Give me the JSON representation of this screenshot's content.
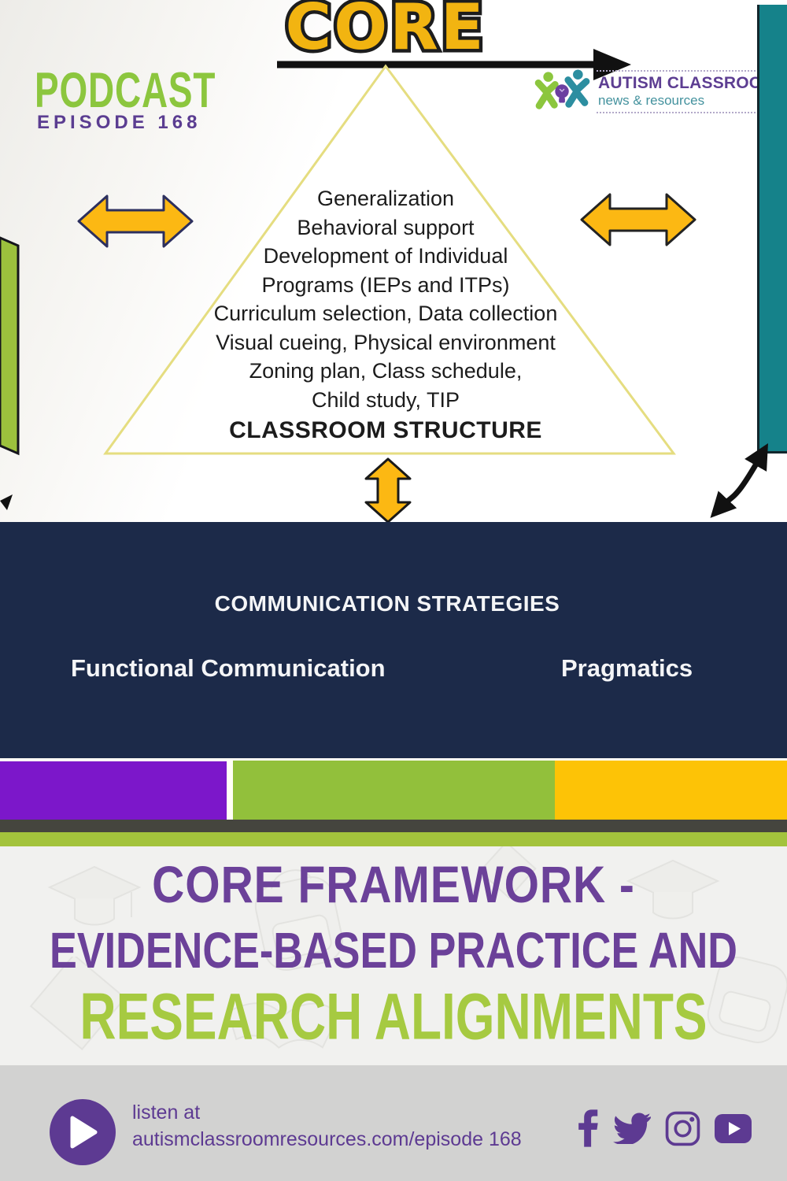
{
  "header": {
    "podcast_label": "PODCAST",
    "episode_label": "EPISODE 168",
    "core_title": "CORE",
    "logo": {
      "name_line": "AUTISM CLASSROOM",
      "tagline": "news & resources"
    }
  },
  "pyramid": {
    "lines": [
      "Generalization",
      "Behavioral support",
      "Development of Individual",
      "Programs (IEPs and ITPs)",
      "Curriculum selection, Data collection",
      "Visual cueing, Physical environment",
      "Zoning plan, Class schedule,",
      "Child study, TIP"
    ],
    "base_label": "CLASSROOM STRUCTURE"
  },
  "communication": {
    "heading": "COMMUNICATION STRATEGIES",
    "left_item": "Functional Communication",
    "right_item": "Pragmatics"
  },
  "headline": {
    "line1": "CORE FRAMEWORK -",
    "line2": "EVIDENCE-BASED PRACTICE AND",
    "line3": "RESEARCH ALIGNMENTS"
  },
  "footer": {
    "listen_label": "listen at",
    "url": "autismclassroomresources.com/episode 168"
  },
  "icons": {
    "top": [
      "right-arrow-icon",
      "double-arrow-left-icon",
      "double-arrow-right-icon",
      "double-arrow-vertical-icon",
      "squiggle-double-arrow-icon",
      "people-lightbulb-logo-icon"
    ],
    "footer": [
      "play-icon",
      "facebook-icon",
      "twitter-icon",
      "instagram-icon",
      "youtube-icon"
    ]
  },
  "colors": {
    "green": "#8cc63e",
    "purple_text": "#5b3d91",
    "navy": "#1c2a49",
    "arrow_yellow": "#fcb813",
    "core_yellow": "#f2b411",
    "teal": "#15828a",
    "bar_purple": "#7c17ca",
    "bar_green": "#92c03b",
    "bar_yellow": "#fdc306",
    "charcoal": "#45453e",
    "stripe_green": "#a3c33c",
    "headline_purple": "#6b4199",
    "headline_green": "#a6ca41",
    "footer_bg": "#d2d2d1",
    "footer_purple": "#5d3a92",
    "triangle_border": "#e5dd80"
  }
}
